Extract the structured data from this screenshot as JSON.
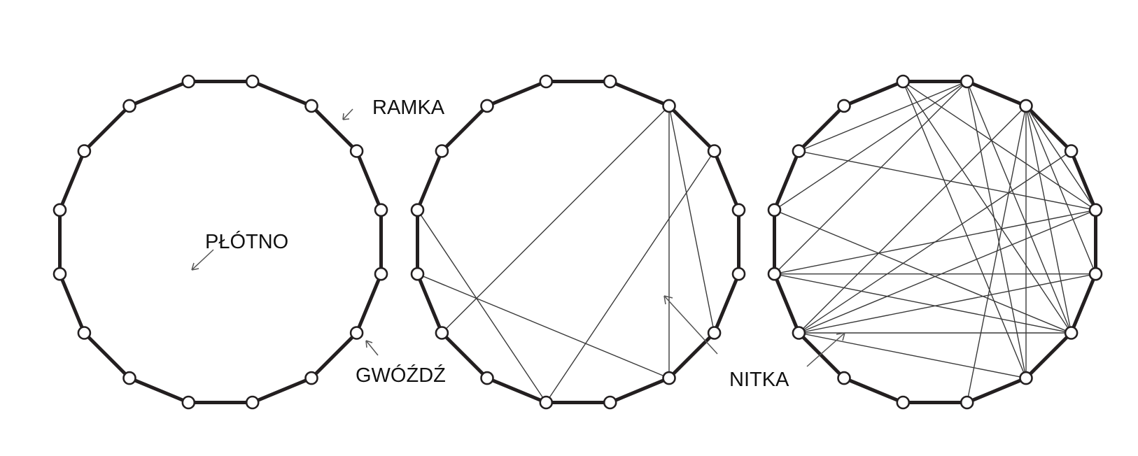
{
  "labels": {
    "frame": "RAMKA",
    "canvas": "PŁÓTNO",
    "nail": "GWÓŹDŹ",
    "thread": "NITKA"
  },
  "nail_count": 16,
  "panels": [
    {
      "name": "empty-frame",
      "threads": []
    },
    {
      "name": "few-threads",
      "threads": [
        [
          2,
          6
        ],
        [
          2,
          7
        ],
        [
          2,
          11
        ],
        [
          3,
          9
        ],
        [
          9,
          13
        ],
        [
          7,
          12
        ]
      ]
    },
    {
      "name": "many-threads",
      "threads": [
        [
          2,
          4
        ],
        [
          2,
          5
        ],
        [
          2,
          6
        ],
        [
          2,
          7
        ],
        [
          2,
          8
        ],
        [
          2,
          11
        ],
        [
          0,
          4
        ],
        [
          0,
          6
        ],
        [
          0,
          7
        ],
        [
          1,
          6
        ],
        [
          1,
          7
        ],
        [
          1,
          13
        ],
        [
          1,
          14
        ],
        [
          1,
          12
        ],
        [
          4,
          11
        ],
        [
          4,
          12
        ],
        [
          4,
          14
        ],
        [
          5,
          11
        ],
        [
          5,
          12
        ],
        [
          6,
          11
        ],
        [
          6,
          12
        ],
        [
          6,
          13
        ],
        [
          7,
          11
        ],
        [
          3,
          11
        ]
      ]
    }
  ],
  "colors": {
    "frame": "#231f20",
    "nail_fill": "#ffffff",
    "thread": "#3a3a3a",
    "pointer": "#555555"
  }
}
